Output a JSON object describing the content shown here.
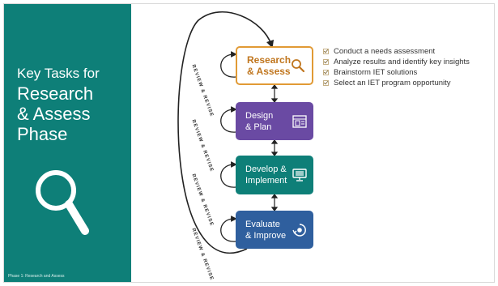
{
  "sidebar": {
    "title_line1": "Key Tasks for",
    "title_line2": "Research\n& Assess\nPhase",
    "footer": "Phase 1: Research and Assess",
    "icon": "magnifying-glass-icon",
    "color": "#0e7f78"
  },
  "steps": [
    {
      "label": "Research\n& Assess",
      "icon": "magnifying-glass-icon",
      "color": "#e19a35"
    },
    {
      "label": "Design\n& Plan",
      "icon": "blueprint-icon",
      "color": "#6a4aa3"
    },
    {
      "label": "Develop &\nImplement",
      "icon": "monitor-icon",
      "color": "#0e7f78"
    },
    {
      "label": "Evaluate\n& Improve",
      "icon": "cycle-gear-icon",
      "color": "#2f5f9e"
    }
  ],
  "review_label": "REVIEW & REVISE",
  "tasks": [
    "Conduct a needs assessment",
    "Analyze results and identify key insights",
    "Brainstorm IET solutions",
    "Select an IET program opportunity"
  ]
}
